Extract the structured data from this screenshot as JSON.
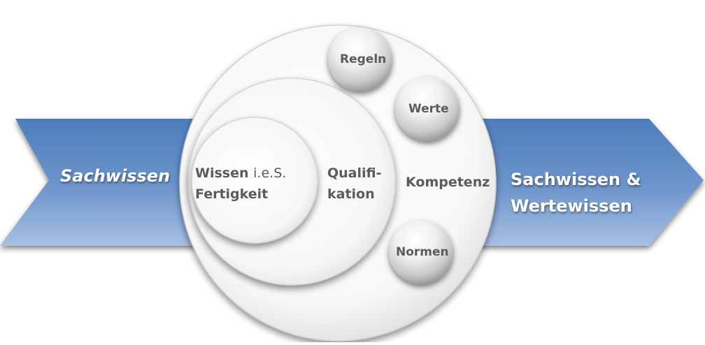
{
  "arrow": {
    "left_label": "Sachwissen",
    "right_label_line1": "Sachwissen &",
    "right_label_line2": "Wertewissen"
  },
  "circles": {
    "inner_line1": "Wissen",
    "inner_line1_suffix": "i.e.S.",
    "inner_line2": "Fertigkeit",
    "middle_line1": "Qualifi-",
    "middle_line2": "kation",
    "outer": "Kompetenz"
  },
  "spheres": {
    "regeln": "Regeln",
    "werte": "Werte",
    "normen": "Normen"
  },
  "colors": {
    "arrow_top": "#4f7fbd",
    "arrow_bottom": "#9fbbe2",
    "circle_text": "#5b5b5b"
  }
}
